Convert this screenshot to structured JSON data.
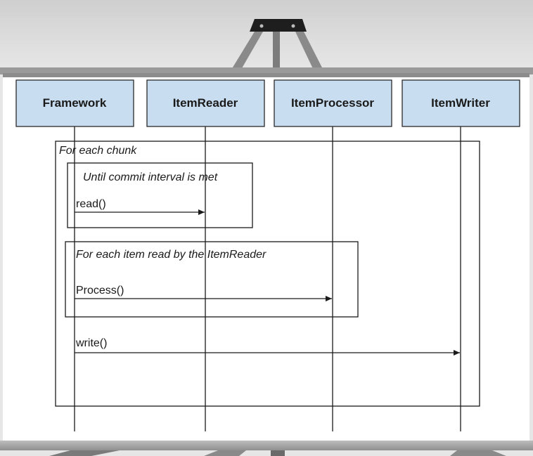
{
  "diagram": {
    "lifelines": [
      {
        "label": "Framework"
      },
      {
        "label": "ItemReader"
      },
      {
        "label": "ItemProcessor"
      },
      {
        "label": "ItemWriter"
      }
    ],
    "frames": {
      "outer": "For each chunk",
      "read_loop": "Until commit interval is met",
      "process_loop": "For each item read by the ItemReader"
    },
    "messages": {
      "read": "read()",
      "process": "Process()",
      "write": "write()"
    },
    "colors": {
      "lifeline_box_fill": "#c8ddef",
      "line": "#1a1a1a"
    }
  }
}
